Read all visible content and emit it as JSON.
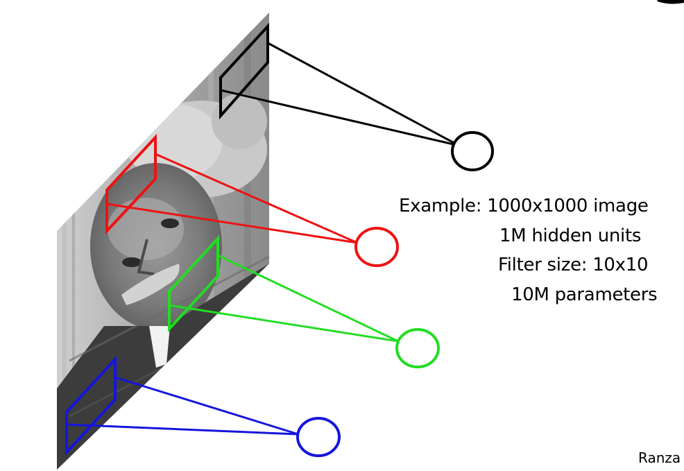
{
  "example_notes": [
    "Example: 1000x1000 image",
    "1M hidden units",
    "Filter size: 10x10",
    "10M parameters"
  ],
  "credit": "Ranza",
  "connections": [
    {
      "id": "black",
      "color": "#000000"
    },
    {
      "id": "red",
      "color": "#ee1111"
    },
    {
      "id": "green",
      "color": "#22dd22"
    },
    {
      "id": "blue",
      "color": "#1515dd"
    }
  ]
}
